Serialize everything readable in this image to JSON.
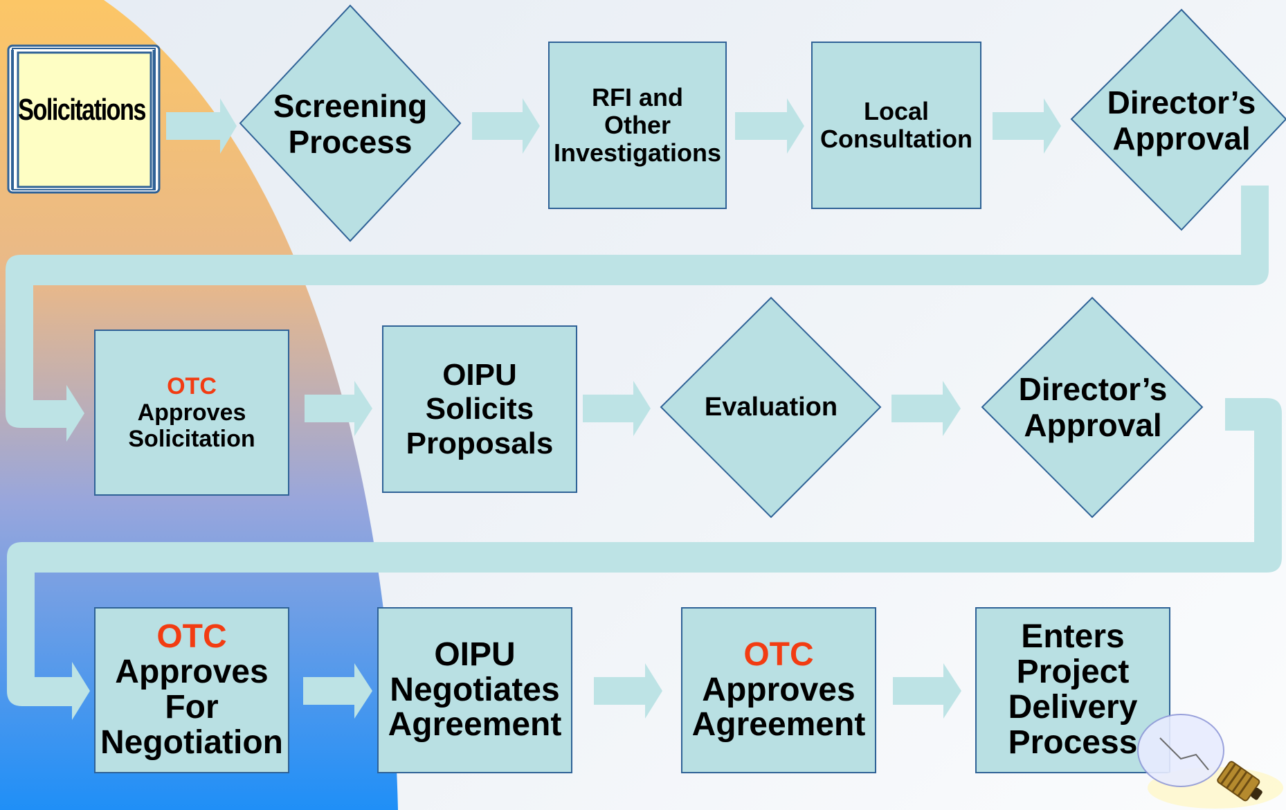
{
  "row1": {
    "solicitations": "Solicitations",
    "screening": [
      "Screening",
      "Process"
    ],
    "rfi": [
      "RFI and",
      "Other",
      "Investigations"
    ],
    "local": [
      "Local",
      "Consultation"
    ],
    "director1": [
      "Director’s",
      "Approval"
    ]
  },
  "row2": {
    "otc_approves_solicitation": [
      "OTC",
      "Approves",
      "Solicitation"
    ],
    "oipu_solicits": [
      "OIPU",
      "Solicits",
      "Proposals"
    ],
    "evaluation": "Evaluation",
    "director2": [
      "Director’s",
      "Approval"
    ]
  },
  "row3": {
    "otc_approves_negotiation": [
      "OTC",
      "Approves",
      "For",
      "Negotiation"
    ],
    "oipu_negotiates": [
      "OIPU",
      "Negotiates",
      "Agreement"
    ],
    "otc_approves_agreement": [
      "OTC",
      "Approves",
      "Agreement"
    ],
    "enters_project": [
      "Enters",
      "Project",
      "Delivery",
      "Process"
    ]
  },
  "colors": {
    "box_fill": "#b9e0e3",
    "box_border": "#2e6196",
    "arrow_fill": "#bde3e5",
    "otc_red": "#f23c12"
  },
  "icons": [
    "book-icon",
    "light-bulb-icon"
  ]
}
